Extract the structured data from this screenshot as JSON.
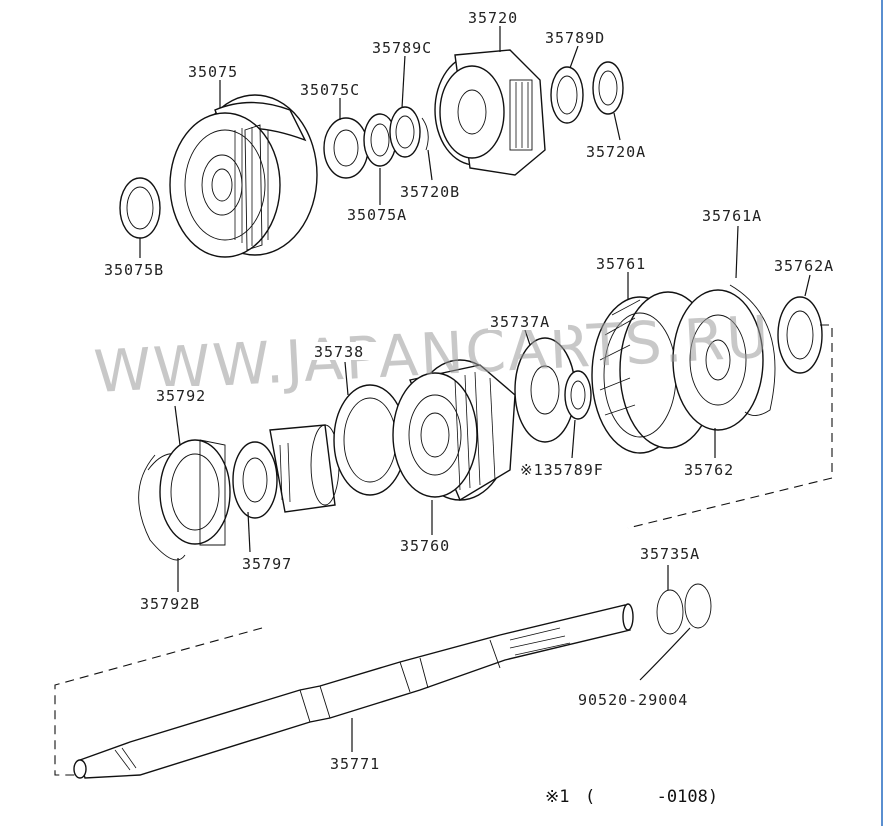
{
  "watermark": "WWW.JAPANCARTS.RU",
  "footnote": {
    "mark": "※1",
    "range": "(      -0108)"
  },
  "parts": {
    "p35720": "35720",
    "p35789D": "35789D",
    "p35789C": "35789C",
    "p35075": "35075",
    "p35075C": "35075C",
    "p35720A": "35720A",
    "p35720B": "35720B",
    "p35075A": "35075A",
    "p35075B": "35075B",
    "p35761A": "35761A",
    "p35761": "35761",
    "p35762A": "35762A",
    "p35737A": "35737A",
    "p35738": "35738",
    "p35792": "35792",
    "p35789F": "※135789F",
    "p35762": "35762",
    "p35797": "35797",
    "p35760": "35760",
    "p35735A": "35735A",
    "p35792B": "35792B",
    "p90520": "90520-29004",
    "p35771": "35771"
  }
}
